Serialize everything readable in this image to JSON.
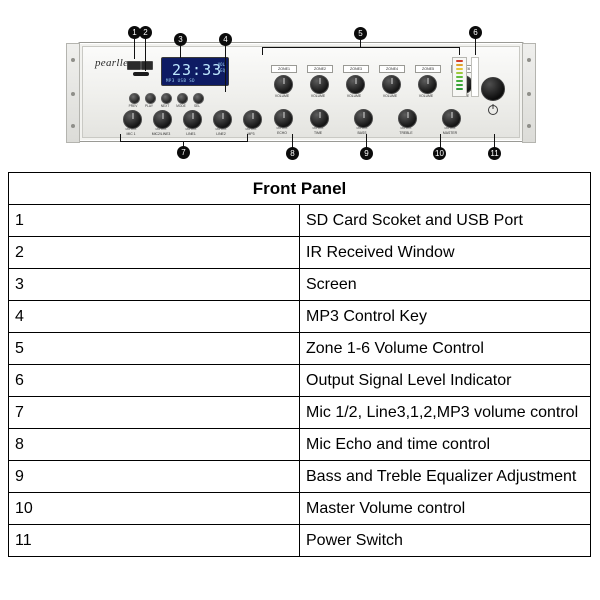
{
  "device": {
    "brand": "pearller",
    "lcd": {
      "value": "23:33",
      "sub": "MP3 USB SD",
      "side_top": "VOL",
      "side_bottom": "EQ"
    },
    "mp3_keys": [
      {
        "label": "PREV"
      },
      {
        "label": "PLAY"
      },
      {
        "label": "NEXT"
      },
      {
        "label": "MODE"
      },
      {
        "label": "SEL"
      }
    ],
    "input_knobs": [
      {
        "label": "MIC 1"
      },
      {
        "label": "MIC2/LINE3"
      },
      {
        "label": "LINE1"
      },
      {
        "label": "LINE2"
      },
      {
        "label": "MP3"
      }
    ],
    "zone_knobs": [
      {
        "tag": "ZONE1",
        "caption": "VOLUME"
      },
      {
        "tag": "ZONE2",
        "caption": "VOLUME"
      },
      {
        "tag": "ZONE3",
        "caption": "VOLUME"
      },
      {
        "tag": "ZONE4",
        "caption": "VOLUME"
      },
      {
        "tag": "ZONE5",
        "caption": "VOLUME"
      },
      {
        "tag": "ZONE6",
        "caption": "VOLUME"
      }
    ],
    "bottom_knobs": [
      {
        "label": "ECHO"
      },
      {
        "label": "TIME"
      },
      {
        "label": "BASS"
      },
      {
        "label": "TREBLE"
      },
      {
        "label": "MASTER"
      }
    ],
    "scale_marks": "MIN        MAX",
    "callouts": [
      {
        "id": "1"
      },
      {
        "id": "2"
      },
      {
        "id": "3"
      },
      {
        "id": "4"
      },
      {
        "id": "5"
      },
      {
        "id": "6"
      },
      {
        "id": "7"
      },
      {
        "id": "8"
      },
      {
        "id": "9"
      },
      {
        "id": "10"
      },
      {
        "id": "11"
      }
    ]
  },
  "table": {
    "title": "Front Panel",
    "rows": [
      {
        "num": "1",
        "desc": "SD Card Scoket and USB Port"
      },
      {
        "num": "2",
        "desc": "IR Received Window"
      },
      {
        "num": "3",
        "desc": "Screen"
      },
      {
        "num": "4",
        "desc": "MP3 Control Key"
      },
      {
        "num": "5",
        "desc": "Zone 1-6 Volume Control"
      },
      {
        "num": "6",
        "desc": "Output Signal Level Indicator"
      },
      {
        "num": "7",
        "desc": "Mic 1/2, Line3,1,2,MP3 volume control"
      },
      {
        "num": "8",
        "desc": "Mic Echo and time control"
      },
      {
        "num": "9",
        "desc": "Bass and Treble Equalizer Adjustment"
      },
      {
        "num": "10",
        "desc": "Master Volume control"
      },
      {
        "num": "11",
        "desc": "Power Switch"
      }
    ]
  }
}
